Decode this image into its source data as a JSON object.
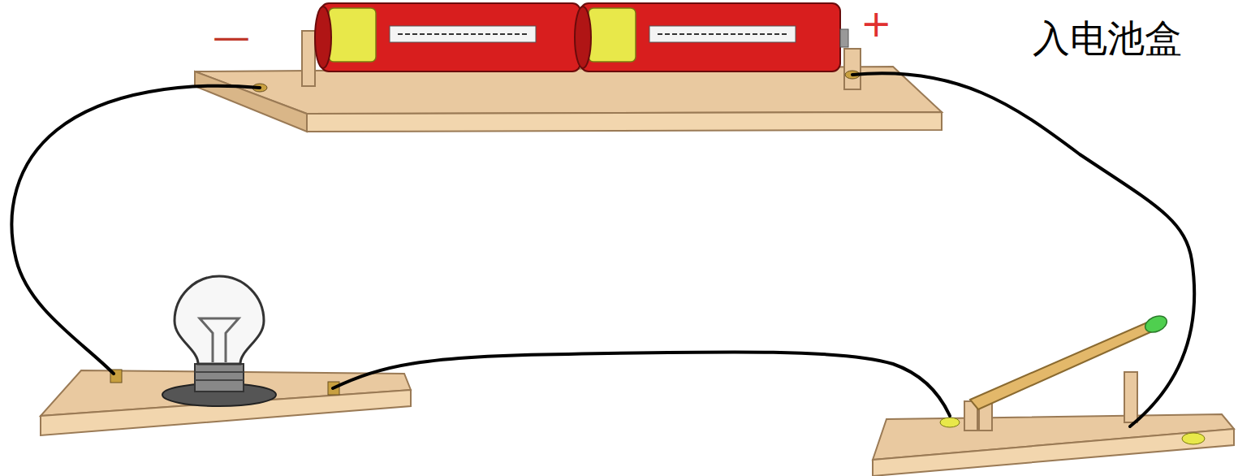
{
  "diagram": {
    "labels": [
      "—",
      "+",
      "入电池盒"
    ]
  }
}
